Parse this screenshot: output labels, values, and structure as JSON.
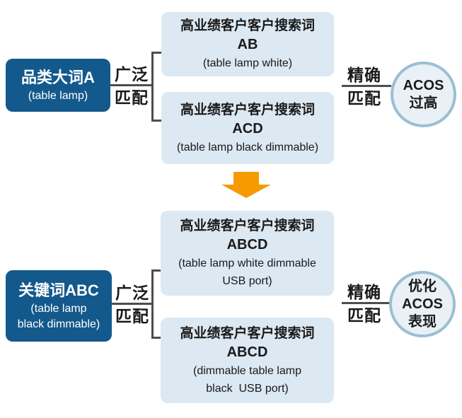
{
  "colors": {
    "source_node_bg": "#14598c",
    "result_box_bg": "#dce8f2",
    "circle_fill": "#e9f0f6",
    "circle_border": "#9bbfd3",
    "connector_line": "#4d4d4d",
    "arrow_orange": "#f59a00",
    "text_dark": "#1a1a1a",
    "text_on_dark": "#ffffff"
  },
  "top_flow": {
    "source": {
      "title": "品类大词A",
      "subtitle": "(table lamp)"
    },
    "broad_match": {
      "line1": "广泛",
      "line2": "匹配"
    },
    "results": [
      {
        "line1": "高业绩客户客户搜索词",
        "line2": "AB",
        "line3": "(table lamp white)"
      },
      {
        "line1": "高业绩客户客户搜索词",
        "line2": "ACD",
        "line3": "(table lamp black dimmable)"
      }
    ],
    "exact_match": {
      "line1": "精确",
      "line2": "匹配"
    },
    "outcome": {
      "line1": "ACOS",
      "line2": "过高"
    }
  },
  "transform_arrow": {
    "meaning": "down-arrow"
  },
  "bottom_flow": {
    "source": {
      "title": "关键词ABC",
      "subtitle_line1": "(table lamp",
      "subtitle_line2": "black dimmable)"
    },
    "broad_match": {
      "line1": "广泛",
      "line2": "匹配"
    },
    "results": [
      {
        "line1": "高业绩客户客户搜索词",
        "line2": "ABCD",
        "line3": "(table lamp white dimmable",
        "line4": "USB port)"
      },
      {
        "line1": "高业绩客户客户搜索词",
        "line2": "ABCD",
        "line3": "(dimmable table lamp",
        "line4": "black  USB port)"
      }
    ],
    "exact_match": {
      "line1": "精确",
      "line2": "匹配"
    },
    "outcome": {
      "line1": "优化",
      "line2": "ACOS",
      "line3": "表现"
    }
  }
}
